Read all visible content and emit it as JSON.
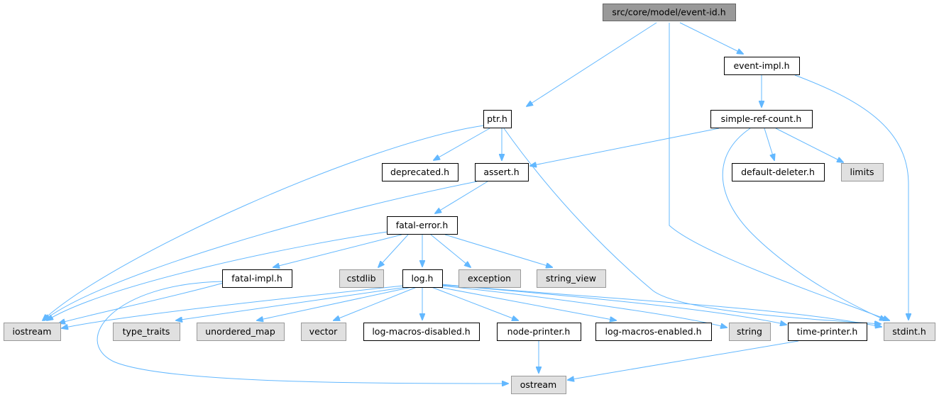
{
  "colors": {
    "edge": "#63b8ff",
    "root_fill": "#999999",
    "root_border": "#666666",
    "local_fill": "#ffffff",
    "local_border": "#000000",
    "system_fill": "#e0e0e0",
    "system_border": "#999999"
  },
  "nodes": [
    {
      "id": "event-id",
      "label": "src/core/model/event-id.h",
      "kind": "root"
    },
    {
      "id": "event-impl",
      "label": "event-impl.h",
      "kind": "local"
    },
    {
      "id": "ptr",
      "label": "ptr.h",
      "kind": "local"
    },
    {
      "id": "simple-ref-count",
      "label": "simple-ref-count.h",
      "kind": "local"
    },
    {
      "id": "deprecated",
      "label": "deprecated.h",
      "kind": "local"
    },
    {
      "id": "assert",
      "label": "assert.h",
      "kind": "local"
    },
    {
      "id": "default-deleter",
      "label": "default-deleter.h",
      "kind": "local"
    },
    {
      "id": "limits",
      "label": "limits",
      "kind": "system"
    },
    {
      "id": "fatal-error",
      "label": "fatal-error.h",
      "kind": "local"
    },
    {
      "id": "fatal-impl",
      "label": "fatal-impl.h",
      "kind": "local"
    },
    {
      "id": "cstdlib",
      "label": "cstdlib",
      "kind": "system"
    },
    {
      "id": "log",
      "label": "log.h",
      "kind": "local"
    },
    {
      "id": "exception",
      "label": "exception",
      "kind": "system"
    },
    {
      "id": "string_view",
      "label": "string_view",
      "kind": "system"
    },
    {
      "id": "iostream",
      "label": "iostream",
      "kind": "system"
    },
    {
      "id": "type_traits",
      "label": "type_traits",
      "kind": "system"
    },
    {
      "id": "unordered_map",
      "label": "unordered_map",
      "kind": "system"
    },
    {
      "id": "vector",
      "label": "vector",
      "kind": "system"
    },
    {
      "id": "log-macros-disabled",
      "label": "log-macros-disabled.h",
      "kind": "local"
    },
    {
      "id": "node-printer",
      "label": "node-printer.h",
      "kind": "local"
    },
    {
      "id": "log-macros-enabled",
      "label": "log-macros-enabled.h",
      "kind": "local"
    },
    {
      "id": "string",
      "label": "string",
      "kind": "system"
    },
    {
      "id": "time-printer",
      "label": "time-printer.h",
      "kind": "local"
    },
    {
      "id": "stdint",
      "label": "stdint.h",
      "kind": "system"
    },
    {
      "id": "ostream",
      "label": "ostream",
      "kind": "system"
    }
  ],
  "edges": [
    {
      "from": "event-id",
      "to": "ptr"
    },
    {
      "from": "event-id",
      "to": "event-impl"
    },
    {
      "from": "event-id",
      "to": "stdint"
    },
    {
      "from": "event-impl",
      "to": "simple-ref-count"
    },
    {
      "from": "event-impl",
      "to": "stdint"
    },
    {
      "from": "ptr",
      "to": "deprecated"
    },
    {
      "from": "ptr",
      "to": "assert"
    },
    {
      "from": "ptr",
      "to": "iostream"
    },
    {
      "from": "ptr",
      "to": "stdint"
    },
    {
      "from": "simple-ref-count",
      "to": "assert"
    },
    {
      "from": "simple-ref-count",
      "to": "default-deleter"
    },
    {
      "from": "simple-ref-count",
      "to": "limits"
    },
    {
      "from": "simple-ref-count",
      "to": "stdint"
    },
    {
      "from": "assert",
      "to": "fatal-error"
    },
    {
      "from": "assert",
      "to": "iostream"
    },
    {
      "from": "fatal-error",
      "to": "fatal-impl"
    },
    {
      "from": "fatal-error",
      "to": "cstdlib"
    },
    {
      "from": "fatal-error",
      "to": "log"
    },
    {
      "from": "fatal-error",
      "to": "exception"
    },
    {
      "from": "fatal-error",
      "to": "string_view"
    },
    {
      "from": "fatal-error",
      "to": "iostream"
    },
    {
      "from": "fatal-impl",
      "to": "iostream"
    },
    {
      "from": "fatal-impl",
      "to": "ostream"
    },
    {
      "from": "log",
      "to": "iostream"
    },
    {
      "from": "log",
      "to": "type_traits"
    },
    {
      "from": "log",
      "to": "unordered_map"
    },
    {
      "from": "log",
      "to": "vector"
    },
    {
      "from": "log",
      "to": "log-macros-disabled"
    },
    {
      "from": "log",
      "to": "node-printer"
    },
    {
      "from": "log",
      "to": "log-macros-enabled"
    },
    {
      "from": "log",
      "to": "string"
    },
    {
      "from": "log",
      "to": "time-printer"
    },
    {
      "from": "log",
      "to": "stdint"
    },
    {
      "from": "node-printer",
      "to": "ostream"
    },
    {
      "from": "time-printer",
      "to": "ostream"
    }
  ]
}
